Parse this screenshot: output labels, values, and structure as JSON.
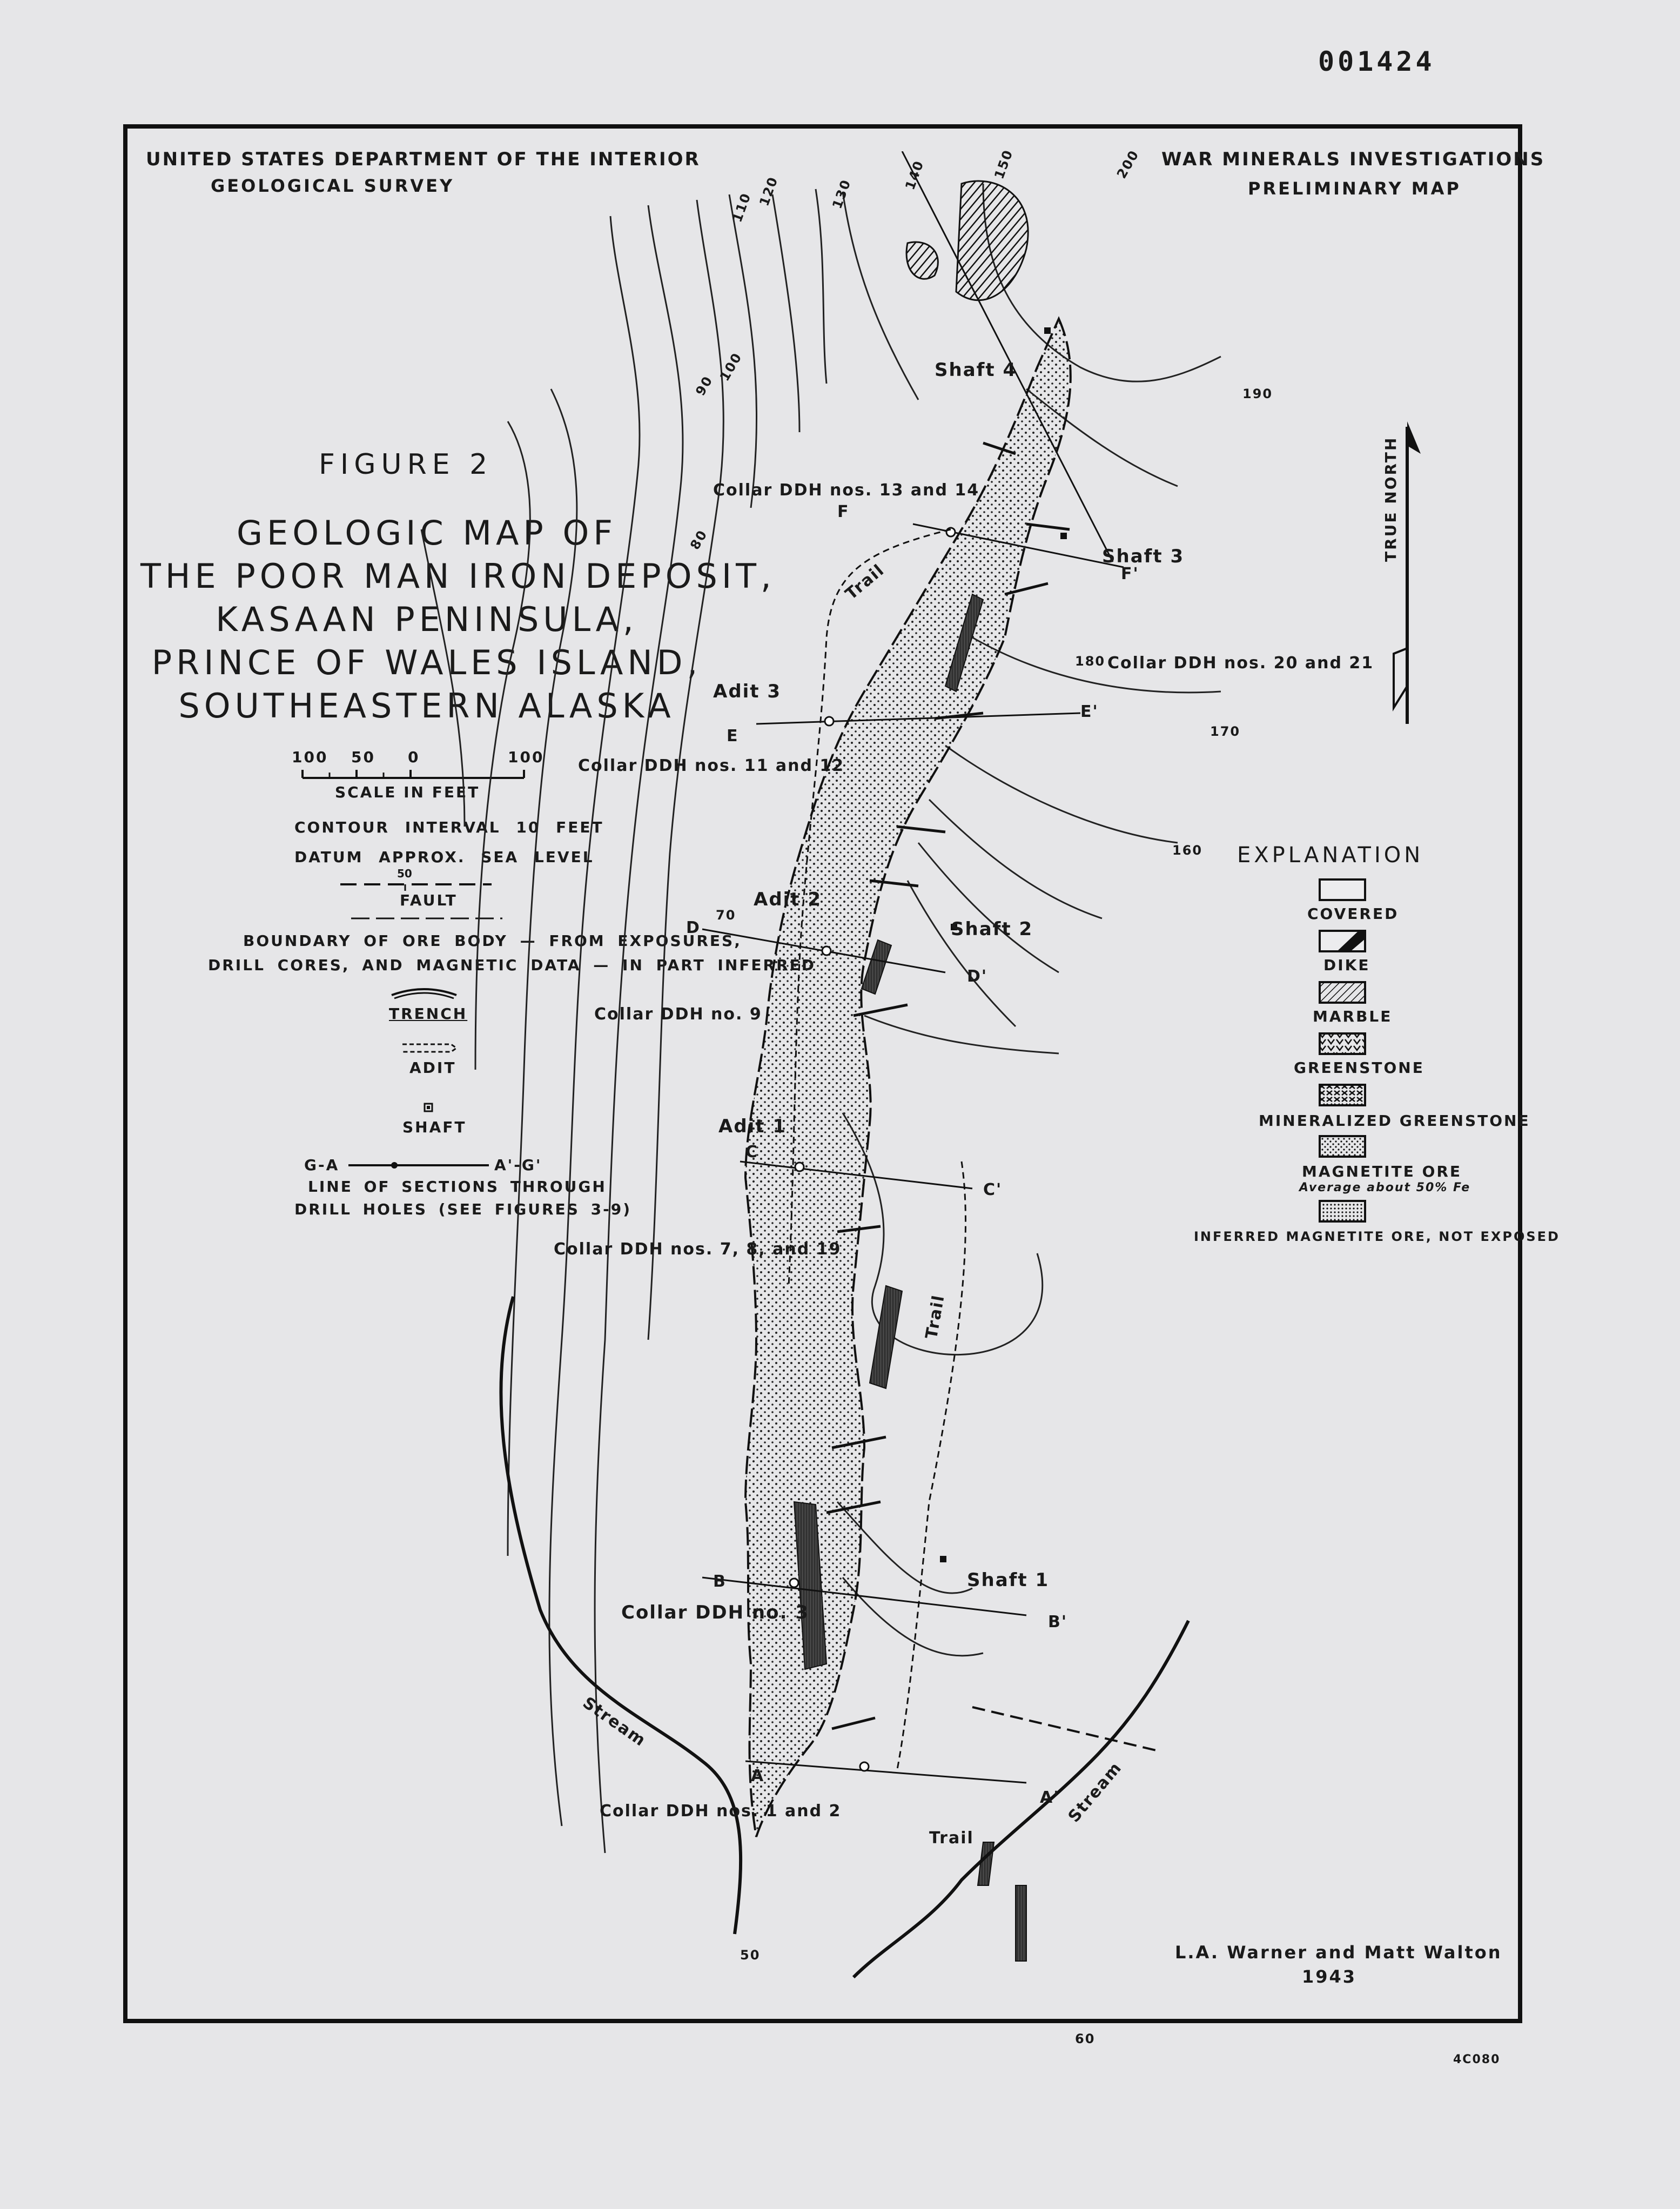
{
  "sheet_number": "001424",
  "header": {
    "agency_line1": "UNITED STATES DEPARTMENT OF THE INTERIOR",
    "agency_line2": "GEOLOGICAL SURVEY",
    "program_line1": "WAR MINERALS INVESTIGATIONS",
    "program_line2": "PRELIMINARY MAP"
  },
  "title": {
    "figure": "FIGURE 2",
    "line1": "GEOLOGIC MAP OF",
    "line2": "THE POOR MAN IRON DEPOSIT,",
    "line3": "KASAAN PENINSULA,",
    "line4": "PRINCE OF WALES ISLAND,",
    "line5": "SOUTHEASTERN ALASKA"
  },
  "scale": {
    "ticks": [
      "100",
      "50",
      "0",
      "100"
    ],
    "label": "SCALE IN FEET"
  },
  "notes": {
    "contour": "CONTOUR INTERVAL 10 FEET",
    "datum": "DATUM APPROX. SEA LEVEL"
  },
  "left_legend": {
    "fault_dip": "50",
    "fault": "FAULT",
    "boundary_line1": "BOUNDARY OF ORE BODY — FROM EXPOSURES,",
    "boundary_line2": "DRILL CORES, AND MAGNETIC DATA — IN PART INFERRED",
    "trench": "TRENCH",
    "adit": "ADIT",
    "shaft": "SHAFT",
    "section_left": "G-A",
    "section_right": "A'-G'",
    "section_line1": "LINE OF SECTIONS THROUGH",
    "section_line2": "DRILL HOLES (SEE FIGURES 3-9)"
  },
  "explanation": {
    "heading": "EXPLANATION",
    "items": [
      {
        "label": "COVERED"
      },
      {
        "label": "DIKE"
      },
      {
        "label": "MARBLE"
      },
      {
        "label": "GREENSTONE"
      },
      {
        "label": "MINERALIZED GREENSTONE"
      },
      {
        "label": "MAGNETITE ORE",
        "note": "Average about 50% Fe"
      },
      {
        "label": "INFERRED MAGNETITE ORE, NOT EXPOSED"
      }
    ]
  },
  "north_arrow": {
    "label": "TRUE NORTH"
  },
  "map_labels": {
    "shaft4": "Shaft 4",
    "shaft3": "Shaft 3",
    "shaft2": "Shaft 2",
    "shaft1": "Shaft 1",
    "adit3": "Adit 3",
    "adit2": "Adit 2",
    "adit1": "Adit 1",
    "collar_13_14": "Collar DDH nos. 13 and 14",
    "collar_20_21": "Collar DDH nos. 20 and 21",
    "collar_11_12": "Collar DDH nos. 11 and 12",
    "collar_9": "Collar DDH no. 9",
    "collar_7_8_19": "Collar DDH nos. 7, 8, and 19",
    "collar_3": "Collar DDH no. 3",
    "collar_1_2": "Collar DDH nos. 1 and 2",
    "trail": "Trail",
    "stream": "Stream",
    "sec_F": "F",
    "sec_F2": "F'",
    "sec_E": "E",
    "sec_E2": "E'",
    "sec_D": "D",
    "sec_D2": "D'",
    "sec_C": "C",
    "sec_C2": "C'",
    "sec_B": "B",
    "sec_B2": "B'",
    "sec_A": "A",
    "sec_A2": "A'"
  },
  "contours": [
    "80",
    "90",
    "100",
    "110",
    "120",
    "130",
    "140",
    "150",
    "160",
    "170",
    "180",
    "190",
    "200",
    "70",
    "60",
    "50"
  ],
  "credit": {
    "authors": "L.A. Warner and Matt Walton",
    "year": "1943"
  },
  "corner_code": "4C080"
}
